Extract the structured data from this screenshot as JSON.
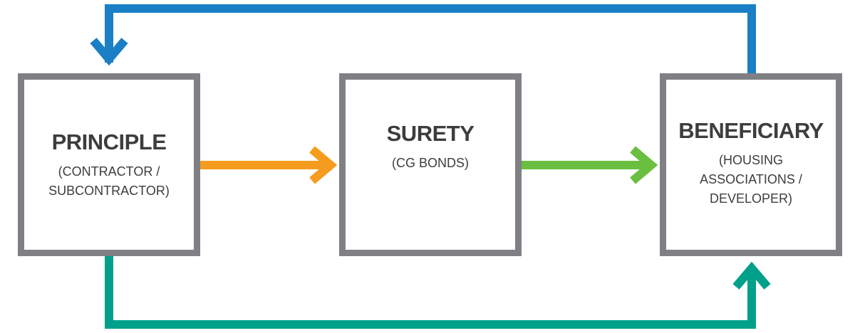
{
  "colors": {
    "box_border": "#808084",
    "text": "#3d3d3f",
    "arrow_top": "#1a7fc4",
    "arrow_bottom": "#00a08a",
    "arrow_principle_surety": "#f59c1f",
    "arrow_surety_beneficiary": "#6abf40"
  },
  "boxes": {
    "principle": {
      "title": "PRINCIPLE",
      "subtitle": "(CONTRACTOR /\nSUBCONTRACTOR)"
    },
    "surety": {
      "title": "SURETY",
      "subtitle": "(CG BONDS)"
    },
    "beneficiary": {
      "title": "BENEFICIARY",
      "subtitle": "(HOUSING\nASSOCIATIONS /\nDEVELOPER)"
    }
  },
  "connections": [
    {
      "from": "beneficiary",
      "to": "principle",
      "color": "arrow_top",
      "route": "over-top"
    },
    {
      "from": "principle",
      "to": "beneficiary",
      "color": "arrow_bottom",
      "route": "under-bottom"
    },
    {
      "from": "principle",
      "to": "surety",
      "color": "arrow_principle_surety",
      "route": "direct"
    },
    {
      "from": "surety",
      "to": "beneficiary",
      "color": "arrow_surety_beneficiary",
      "route": "direct"
    }
  ]
}
